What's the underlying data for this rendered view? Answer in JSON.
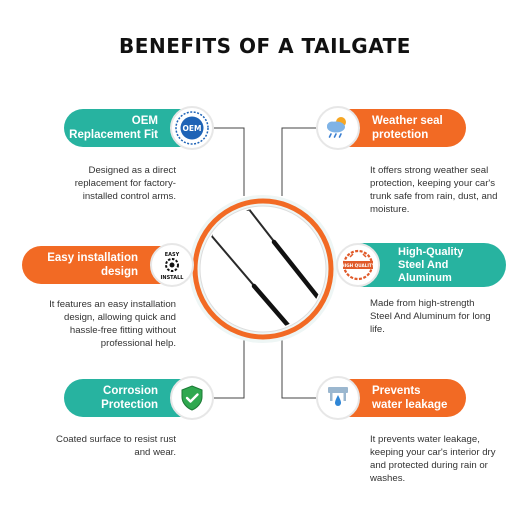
{
  "title": "BENEFITS OF A TAILGATE",
  "colors": {
    "teal": "#27b3a0",
    "orange": "#f26a24",
    "ring_light": "#f6f6f6",
    "strut": "#1c1c1c"
  },
  "benefits": [
    {
      "title_line1": "OEM",
      "title_line2": "Replacement Fit",
      "icon": "oem-badge-icon",
      "icon_text": "OEM",
      "desc": [
        "Designed as a direct",
        "replacement for factory-",
        "installed control arms."
      ]
    },
    {
      "title_line1": "Weather seal",
      "title_line2": "protection",
      "icon": "weather-cloud-icon",
      "desc": [
        "It offers strong weather seal",
        "protection, keeping your car's",
        "trunk safe from rain, dust, and",
        "moisture."
      ]
    },
    {
      "title_line1": "Easy installation",
      "title_line2": "design",
      "icon": "easy-install-icon",
      "icon_text_top": "EASY",
      "icon_text_bottom": "INSTALL",
      "desc": [
        "It features an easy installation",
        "design, allowing quick and",
        "hassle-free fitting without",
        "professional help."
      ]
    },
    {
      "title_line1": "High-Quality",
      "title_line2": "Steel And",
      "title_line3": "Aluminum",
      "icon": "high-quality-stamp-icon",
      "icon_text": "HIGH QUALITY",
      "desc": [
        "Made from high-strength",
        "Steel And Aluminum for long",
        "life."
      ]
    },
    {
      "title_line1": "Corrosion",
      "title_line2": "Protection",
      "icon": "shield-check-icon",
      "desc": [
        "Coated surface to resist rust",
        "and wear."
      ]
    },
    {
      "title_line1": "Prevents",
      "title_line2": "water leakage",
      "icon": "water-drop-icon",
      "desc": [
        "It prevents water leakage,",
        "keeping your car's interior dry",
        "and protected during rain or",
        "washes."
      ]
    }
  ]
}
